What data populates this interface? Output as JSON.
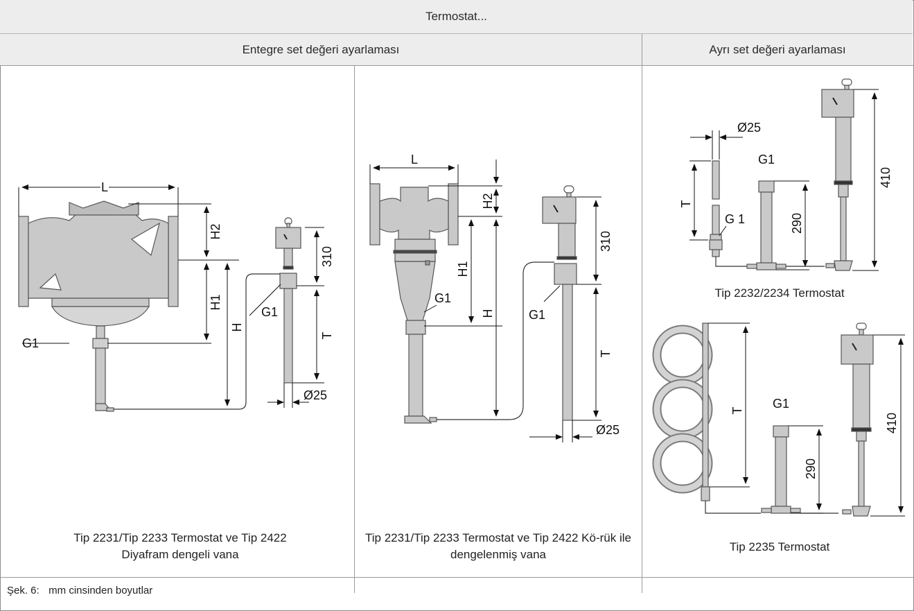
{
  "header": {
    "title": "Termostat...",
    "left_group": "Entegre set değeri ayarlaması",
    "right_group": "Ayrı set değeri ayarlaması"
  },
  "panels": [
    {
      "caption": "Tip 2231/Tip 2233 Termostat ve Tip 2422 Diyafram dengeli vana",
      "labels": {
        "L": "L",
        "H2": "H2",
        "H1": "H1",
        "H": "H",
        "G1a": "G1",
        "G1b": "G1",
        "d310": "310",
        "T": "T",
        "dia": "Ø25"
      }
    },
    {
      "caption": "Tip 2231/Tip 2233 Termostat ve Tip 2422 Kö-rük ile dengelenmiş vana",
      "labels": {
        "L": "L",
        "H2": "H2",
        "H1": "H1",
        "H": "H",
        "G1a": "G1",
        "G1b": "G1",
        "d310": "310",
        "T": "T",
        "dia": "Ø25"
      }
    },
    {
      "caption": "Tip 2232/2234 Termostat",
      "labels": {
        "dia": "Ø25",
        "G1": "G1",
        "T": "T",
        "G1sp": "G 1",
        "d290": "290",
        "d410": "410"
      }
    },
    {
      "caption": "Tip 2235 Termostat",
      "labels": {
        "G1": "G1",
        "T": "T",
        "d290": "290",
        "d410": "410"
      }
    }
  ],
  "footnote": {
    "label": "Şek. 6:",
    "text": "mm cinsinden boyutlar"
  }
}
